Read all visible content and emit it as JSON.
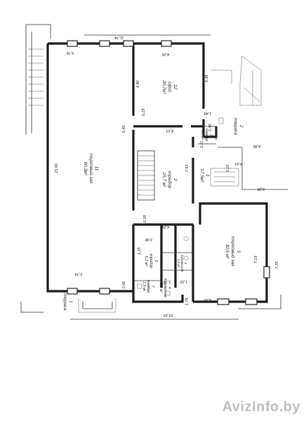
{
  "rooms": [
    {
      "num": "11",
      "name": "торговый зал",
      "area": "90,3м²"
    },
    {
      "num": "12",
      "name": "офис",
      "area": "20,7м²"
    },
    {
      "num": "2",
      "name": "коридор",
      "area": "25,7 м²"
    },
    {
      "num": "1",
      "name": "",
      "area": "17,5м²"
    },
    {
      "num": "1",
      "name": "тамбур",
      "area": "3,1 м²"
    },
    {
      "num": "3",
      "name": "торговый зал",
      "area": "30,6 м²"
    },
    {
      "num": "6",
      "name": "коридор",
      "area": "6,2 м²"
    },
    {
      "num": "4",
      "name": "туалетная",
      "area": "5,0 м²"
    },
    {
      "num": "7",
      "name": "тамбур",
      "area": "1,9 м²"
    },
    {
      "num": "5",
      "name": "туалетная",
      "area": "1,5 м²"
    }
  ],
  "terraces": [
    {
      "num": "1",
      "label": "терраса"
    },
    {
      "num": "2",
      "label": "терраса"
    }
  ],
  "dimensions": [
    "11,74",
    "5,76",
    "4,26",
    "4,90",
    "5,38",
    "15,80",
    "0,45",
    "0,15",
    "4,13",
    "1,49",
    "1,45",
    "2,11",
    "4,86",
    "4,53",
    "1,15",
    "7,43",
    "3,28",
    "0,18",
    "4,24",
    "3,15",
    "3,98",
    "5,74",
    "2,00",
    "7,19",
    "7,76",
    "4,26",
    "10,16",
    "1,79",
    "1,77",
    "1,22"
  ],
  "watermark": "AvizInfo.by"
}
